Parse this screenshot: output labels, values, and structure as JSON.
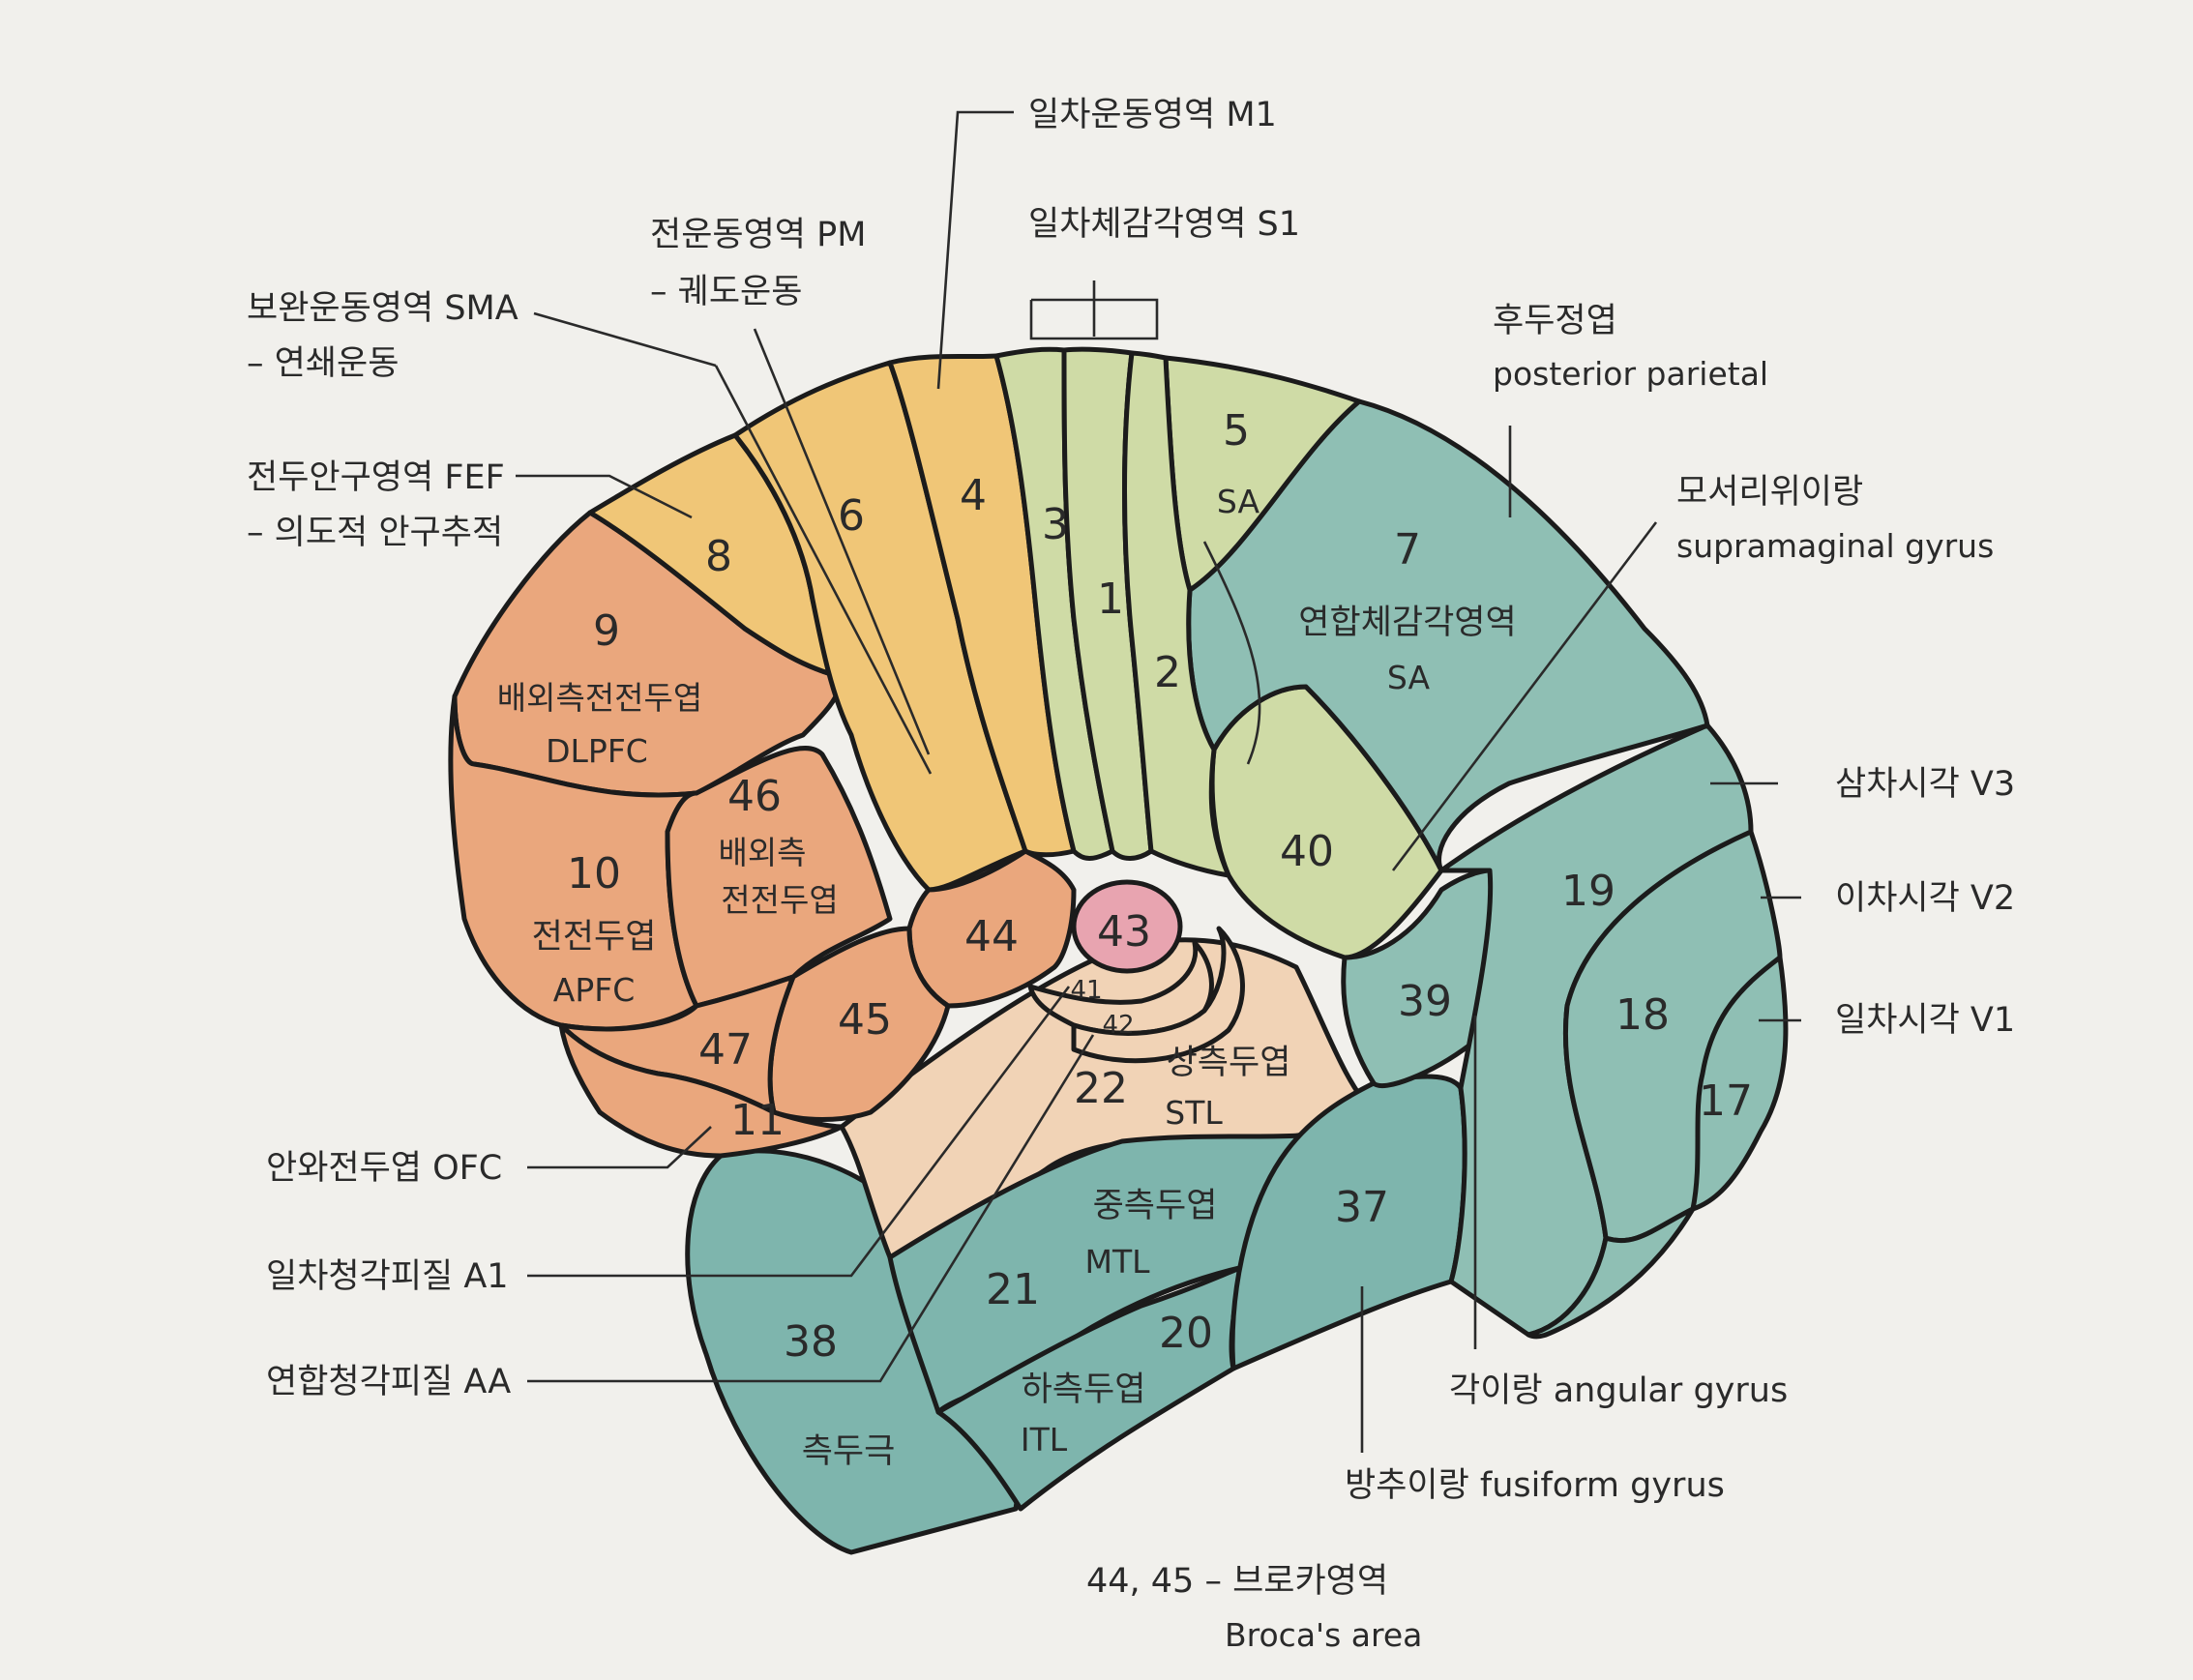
{
  "colors": {
    "paper": "#f1f0ec",
    "frontal": "#eaa77d",
    "motor": "#f0c677",
    "somato": "#cfdba6",
    "assoc": "#8fbfb4",
    "temporal_sup": "#f1d3b6",
    "temporal": "#7eb5ad",
    "broca43": "#e8a4b0",
    "outline": "#1b1b1b"
  },
  "areas": {
    "a8": "8",
    "a6": "6",
    "a4": "4",
    "a3": "3",
    "a1": "1",
    "a2": "2",
    "a5": "5",
    "a5_sub": "SA",
    "a7": "7",
    "a7_ko": "연합체감각영역",
    "a7_sub": "SA",
    "a9": "9",
    "a9_ko": "배외측전전두엽",
    "a9_sub": "DLPFC",
    "a10": "10",
    "a10_ko": "전전두엽",
    "a10_sub": "APFC",
    "a46": "46",
    "a46_ko1": "배외측",
    "a46_ko2": "전전두엽",
    "a44": "44",
    "a43": "43",
    "a45": "45",
    "a47": "47",
    "a11": "11",
    "a41": "41",
    "a42": "42",
    "a40": "40",
    "a39": "39",
    "a22": "22",
    "a22_ko": "상측두엽",
    "a22_sub": "STL",
    "a21": "21",
    "a21_ko": "중측두엽",
    "a21_sub": "MTL",
    "a20": "20",
    "a20_ko": "하측두엽",
    "a20_sub": "ITL",
    "a37": "37",
    "a38": "38",
    "a38_ko": "측두극",
    "a19": "19",
    "a18": "18",
    "a17": "17"
  },
  "labels": {
    "m1": "일차운동영역  M1",
    "s1": "일차체감각영역  S1",
    "pm1": "전운동영역  PM",
    "pm2": "– 궤도운동",
    "sma1": "보완운동영역  SMA",
    "sma2": "– 연쇄운동",
    "fef1": "전두안구영역  FEF",
    "fef2": "– 의도적 안구추적",
    "post_ko": "후두정엽",
    "post_en": "posterior parietal",
    "supra_ko": "모서리위이랑",
    "supra_en": "supramaginal gyrus",
    "v3": "삼차시각  V3",
    "v2": "이차시각  V2",
    "v1": "일차시각  V1",
    "ofc": "안와전두엽  OFC",
    "a1": "일차청각피질  A1",
    "aa": "연합청각피질  AA",
    "angular": "각이랑  angular gyrus",
    "fusiform": "방추이랑  fusiform gyrus",
    "broca_ko": "44, 45 – 브로카영역",
    "broca_en": "Broca's area"
  }
}
